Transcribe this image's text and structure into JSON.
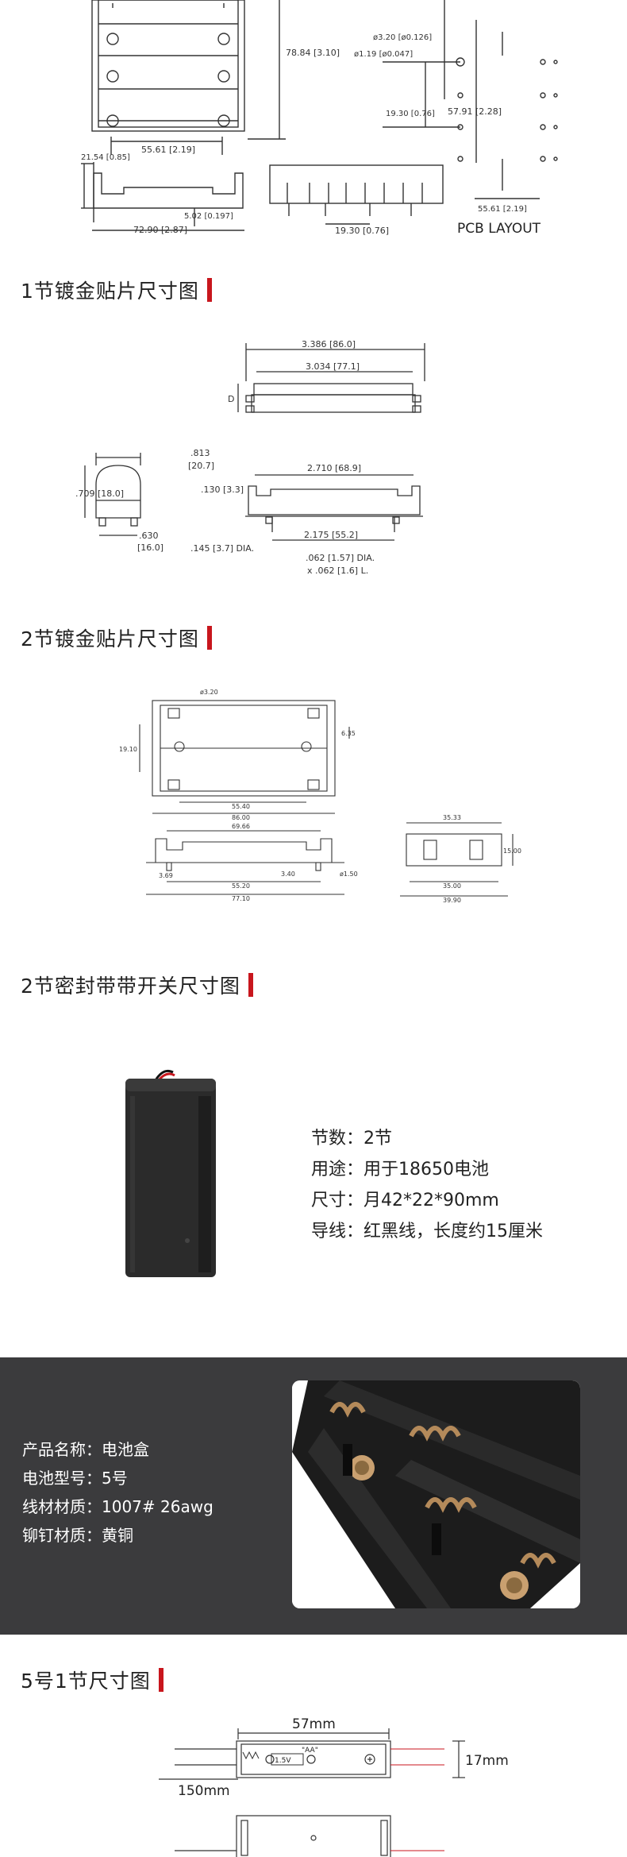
{
  "pcb": {
    "dim_78": "78.84 [3.10]",
    "dim_55": "55.61 [2.19]",
    "dim_21": "21.54 [0.85]",
    "dim_502": "5.02 [0.197]",
    "dim_72": "72.90 [2.87]",
    "dim_1930": "19.30 [0.76]",
    "hole_320": "ø3.20 [ø0.126]",
    "hole_119": "ø1.19 [ø0.047]",
    "dim_1930b": "19.30 [0.76]",
    "dim_5791": "57.91 [2.28]",
    "dim_5561b": "55.61 [2.19]",
    "layout_label": "PCB LAYOUT"
  },
  "section1": {
    "title": "1节镀金贴片尺寸图",
    "d1": "3.386 [86.0]",
    "d2": "3.034 [77.1]",
    "dD": "D",
    "d813": ".813",
    "d207": "[20.7]",
    "d709": ".709 [18.0]",
    "d130": ".130 [3.3]",
    "d2710": "2.710 [68.9]",
    "d630": ".630",
    "d160": "[16.0]",
    "d145": ".145 [3.7] DIA.",
    "d2175": "2.175 [55.2]",
    "d062a": ".062 [1.57] DIA.",
    "d062b": "x .062 [1.6] L."
  },
  "section2": {
    "title": "2节镀金贴片尺寸图",
    "hole": "ø3.20",
    "h1910": "19.10",
    "h635": "6.35",
    "w5540": "55.40",
    "w8600": "86.00",
    "w6966": "69.66",
    "w369": "3.69",
    "w5520": "55.20",
    "w7710": "77.10",
    "w340": "3.40",
    "w150": "ø1.50",
    "w3533": "35.33",
    "h1500": "15.00",
    "w3500": "35.00",
    "w3990": "39.90"
  },
  "section3": {
    "title": "2节密封带带开关尺寸图",
    "specs": [
      "节数：2节",
      "用途：用于18650电池",
      "尺寸：月42*22*90mm",
      "导线：红黑线，长度约15厘米"
    ]
  },
  "product": {
    "lines": [
      "产品名称：电池盒",
      "电池型号：5号",
      "线材材质：1007# 26awg",
      "铆钉材质：黄铜"
    ]
  },
  "section4": {
    "title": "5号1节尺寸图",
    "w57": "57mm",
    "h17": "17mm",
    "w150": "150mm",
    "aa": "\"AA\"",
    "v15": "1.5V"
  },
  "colors": {
    "accent": "#c8161d",
    "dark_band": "#3b3b3d"
  }
}
